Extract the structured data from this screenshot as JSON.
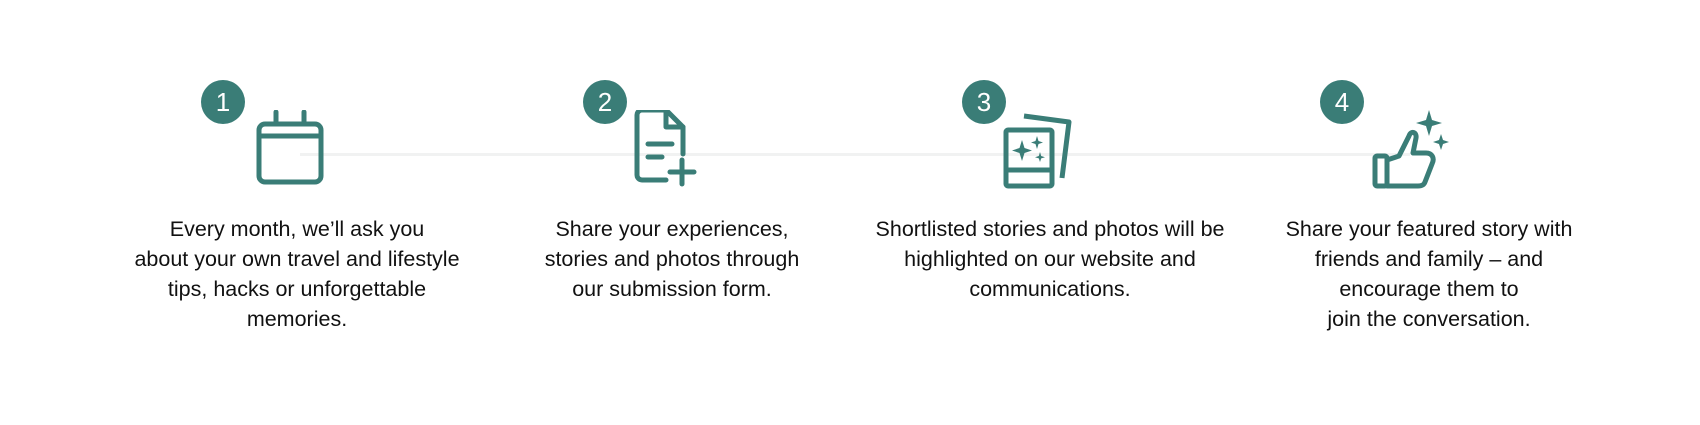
{
  "accent_color": "#3a7d77",
  "steps": [
    {
      "number": "1",
      "icon": "calendar-icon",
      "text": "Every month, we’ll ask you\nabout your own travel and lifestyle\ntips, hacks or unforgettable\nmemories."
    },
    {
      "number": "2",
      "icon": "document-add-icon",
      "text": "Share your experiences,\nstories and photos through\nour submission form."
    },
    {
      "number": "3",
      "icon": "photos-sparkle-icon",
      "text": "Shortlisted stories and photos will be\nhighlighted on our website and\ncommunications."
    },
    {
      "number": "4",
      "icon": "thumbs-up-sparkle-icon",
      "text": "Share your featured story with\nfriends and family – and\nencourage them to\njoin the conversation."
    }
  ]
}
